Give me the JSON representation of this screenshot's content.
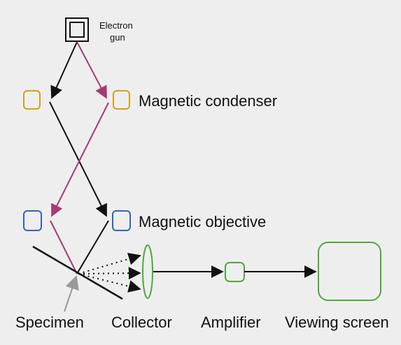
{
  "labels": {
    "electron_gun_line1": "Electron",
    "electron_gun_line2": "gun",
    "magnetic_condenser": "Magnetic condenser",
    "magnetic_objective": "Magnetic objective",
    "specimen": "Specimen",
    "collector": "Collector",
    "amplifier": "Amplifier",
    "viewing_screen": "Viewing screen"
  },
  "colors": {
    "background": "#eeeeee",
    "beam_black": "#111111",
    "beam_magenta": "#a63a72",
    "condenser": "#d4a017",
    "objective": "#2f63c4",
    "detector_chain": "#4fa83a",
    "pointer": "#9a9a9a"
  }
}
